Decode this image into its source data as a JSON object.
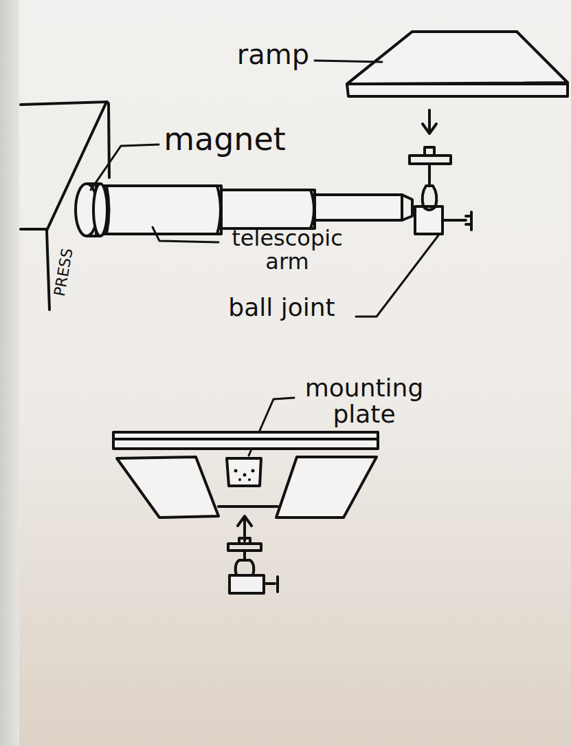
{
  "diagram": {
    "nodes": [
      {
        "text": [
          "PRESS"
        ]
      }
    ],
    "labels": [
      "ramp",
      "magnet",
      "telescopic arm",
      "ball joint",
      "mounting plate"
    ]
  }
}
